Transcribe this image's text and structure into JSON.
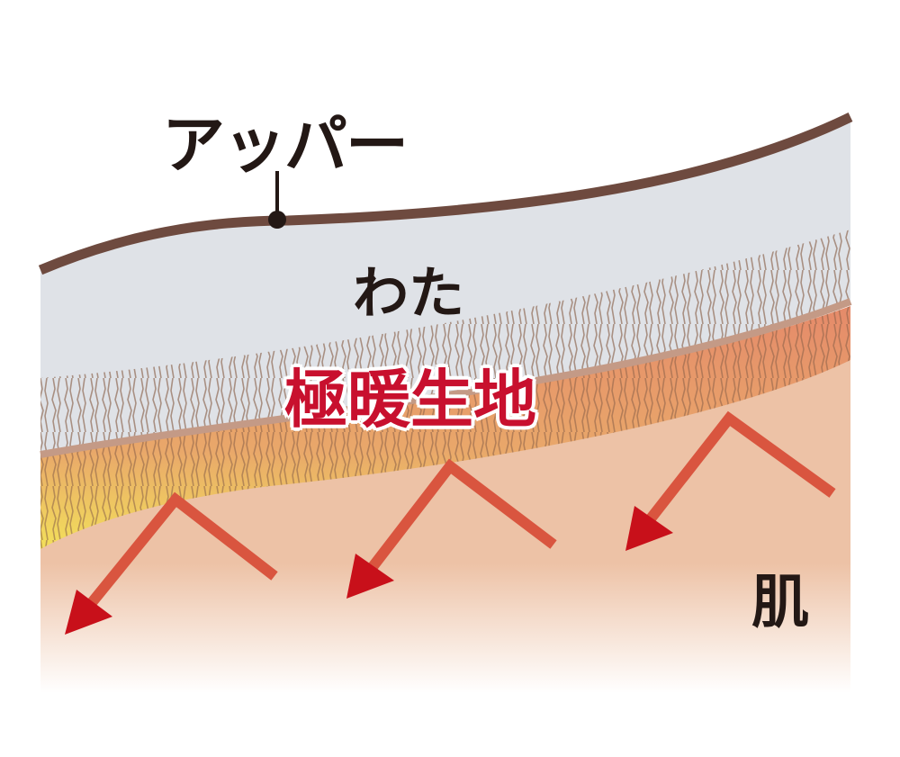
{
  "labels": {
    "upper": "アッパー",
    "wadding": "わた",
    "fabric": "極暖生地",
    "skin": "肌"
  },
  "colors": {
    "upper_line": "#6e4a3f",
    "wadding": "#dfe2e7",
    "fiber": "#9c7358",
    "fabric": "#e9a070",
    "fabric_edge": "#f2dc60",
    "skin": "#edc2a6",
    "arrow": "#d9553f",
    "arrow_head": "#c8101a",
    "fabric_text": "#c8102e"
  }
}
